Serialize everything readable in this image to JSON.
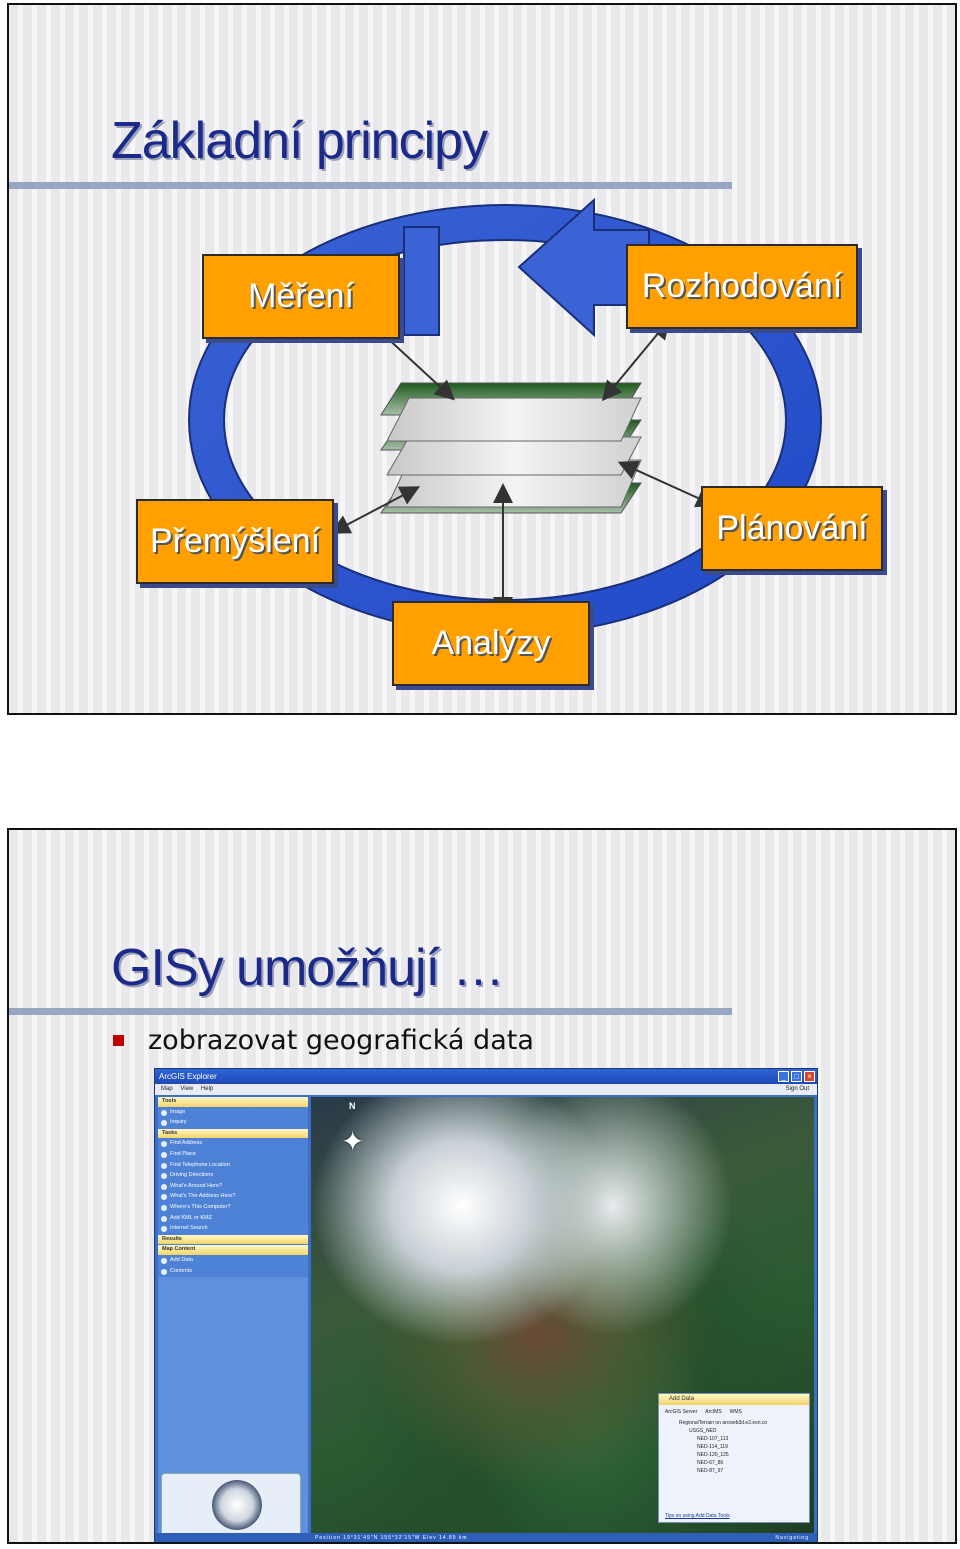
{
  "slide1": {
    "title": "Základní principy",
    "boxes": {
      "mereni": "Měření",
      "rozhodovani": "Rozhodování",
      "premysleni": "Přemýšlení",
      "planovani": "Plánování",
      "analyzy": "Analýzy"
    }
  },
  "slide2": {
    "title": "GISy umožňují …",
    "bullet": "zobrazovat geografická data",
    "screenshot": {
      "app_title": "ArcGIS Explorer",
      "menu": [
        "Map",
        "View",
        "Help"
      ],
      "sign_out": "Sign Out",
      "compass_label": "N",
      "panel_rows": [
        {
          "label": "Tools",
          "header": true
        },
        {
          "label": "Image",
          "header": false
        },
        {
          "label": "Inquiry",
          "header": false
        },
        {
          "label": "Tasks",
          "header": true
        },
        {
          "label": "Find Address",
          "header": false
        },
        {
          "label": "Find Place",
          "header": false
        },
        {
          "label": "Find Telephone Location",
          "header": false
        },
        {
          "label": "Driving Directions",
          "header": false
        },
        {
          "label": "What's Around Here?",
          "header": false
        },
        {
          "label": "What's The Address Here?",
          "header": false
        },
        {
          "label": "Where's This Computer?",
          "header": false
        },
        {
          "label": "Add KML or KMZ",
          "header": false
        },
        {
          "label": "Internet Search",
          "header": false
        },
        {
          "label": "Results",
          "header": true
        },
        {
          "label": "Map Content",
          "header": true
        },
        {
          "label": "Add Data",
          "header": false
        },
        {
          "label": "Contents",
          "header": false
        }
      ],
      "add_data": {
        "title": "Add Data",
        "tabs": [
          "ArcGIS Server",
          "ArcIMS",
          "WMS"
        ],
        "tree": [
          {
            "label": "RegionalTerrain on arcweb3d.e2.esri.co",
            "level": 1
          },
          {
            "label": "USGS_NED",
            "level": 2
          },
          {
            "label": "NED-107_113",
            "level": 3
          },
          {
            "label": "NED-114_119",
            "level": 3
          },
          {
            "label": "NED-120_125",
            "level": 3
          },
          {
            "label": "NED-67_86",
            "level": 3
          },
          {
            "label": "NED-87_97",
            "level": 3
          }
        ],
        "tips": "Tips on using Add Data Tools"
      },
      "status_position": "Position 19°31'49\"N 155°32'15\"W  Elev 14.89 km",
      "status_nav": "Navigating"
    }
  }
}
